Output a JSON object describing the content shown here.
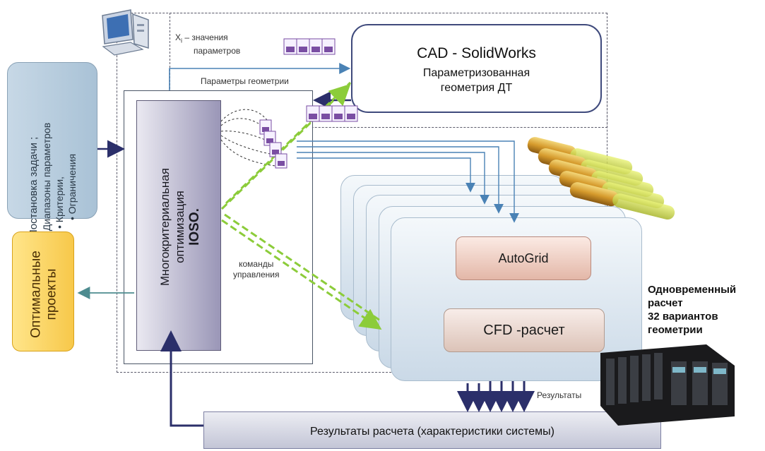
{
  "task": {
    "title": "Постановка задачи ;",
    "items": [
      "• Диапазоны параметров",
      "• Критерии,",
      "• Ограничения"
    ]
  },
  "optimal": {
    "line1": "Оптимальные",
    "line2": "проекты"
  },
  "ioso": {
    "line1": "Многокритериальная",
    "line2": "оптимизация",
    "line3": "IOSO."
  },
  "cad": {
    "title": "CAD - SolidWorks",
    "sub1": "Параметризованная",
    "sub2": "геометрия ДТ"
  },
  "labels": {
    "xi_prefix": "X",
    "xi_sub": "i",
    "xi_rest": " – значения",
    "xi_line2": "параметров",
    "geometry_params": "Параметры геометрии",
    "commands_1": "команды",
    "commands_2": "управления",
    "results_small": "Результаты"
  },
  "autogrid": "AutoGrid",
  "cfd": "CFD -расчет",
  "simultaneous": [
    "Одновременный",
    "расчет",
    "32 вариантов",
    "геометрии"
  ],
  "results_box": "Результаты расчета (характеристики  системы)",
  "colors": {
    "arrow_blue": "#4a82b5",
    "arrow_dark": "#2b2f6a",
    "dashed_green": "#8ccc3a",
    "arrow_teal": "#4d8b8f"
  }
}
